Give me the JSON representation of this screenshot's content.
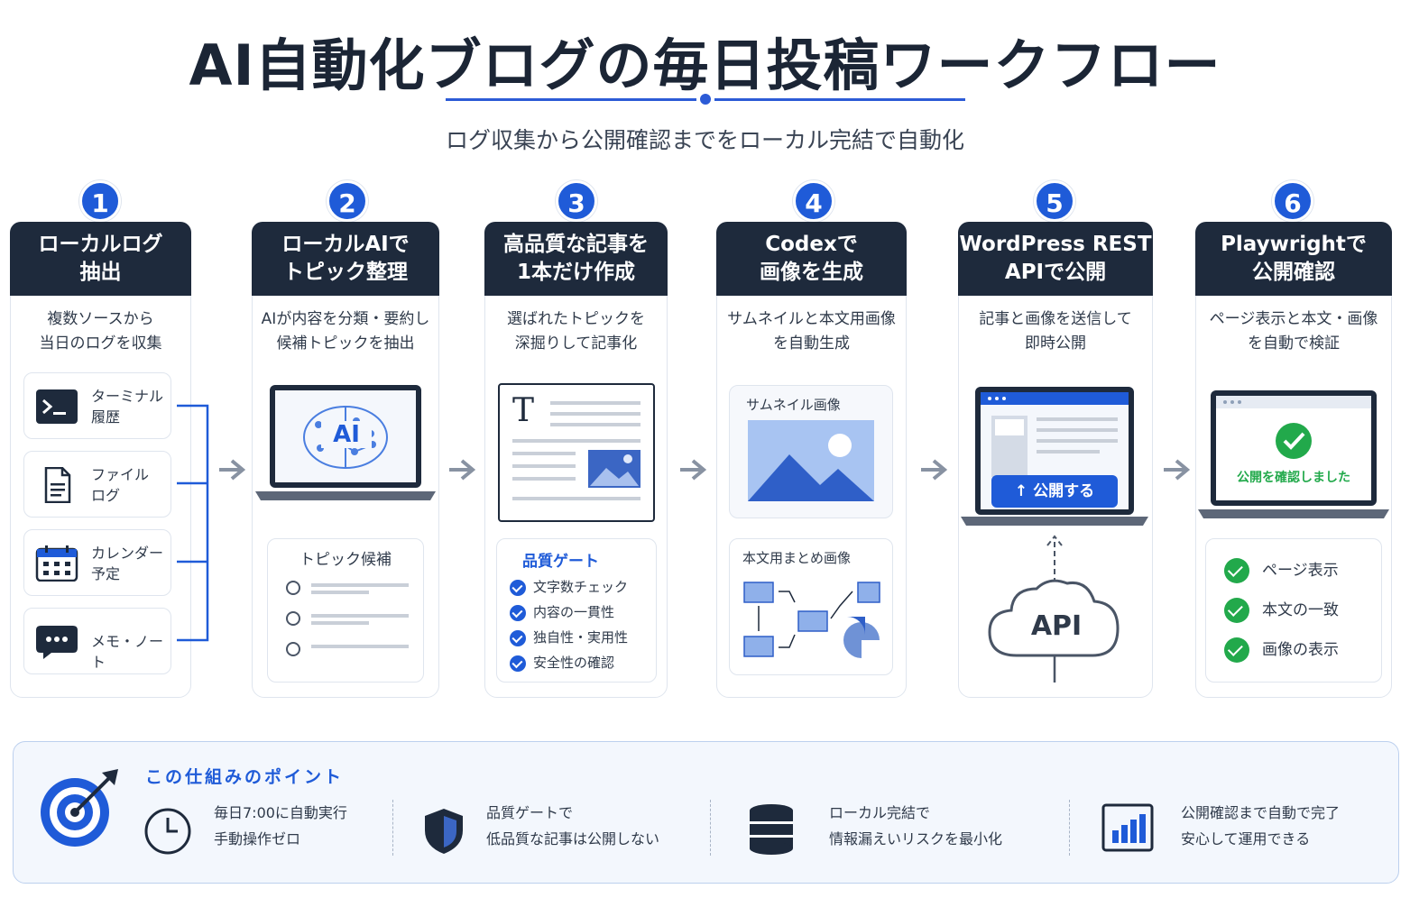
{
  "title": "AI自動化ブログの毎日投稿ワークフロー",
  "subtitle": "ログ収集から公開確認までをローカル完結で自動化",
  "colors": {
    "navy": "#1e2a3c",
    "accent": "#1f5bd8",
    "success": "#22a94b"
  },
  "steps": [
    {
      "num": "1",
      "head1": "ローカルログ",
      "head2": "抽出",
      "desc1": "複数ソースから",
      "desc2": "当日のログを収集",
      "sources": [
        {
          "icon": "terminal-icon",
          "l1": "ターミナル",
          "l2": "履歴"
        },
        {
          "icon": "file-icon",
          "l1": "ファイル",
          "l2": "ログ"
        },
        {
          "icon": "calendar-icon",
          "l1": "カレンダー",
          "l2": "予定"
        },
        {
          "icon": "chat-icon",
          "l1": "メモ・ノート",
          "l2": ""
        }
      ]
    },
    {
      "num": "2",
      "head1": "ローカルAIで",
      "head2": "トピック整理",
      "desc1": "AIが内容を分類・要約し",
      "desc2": "候補トピックを抽出",
      "screen_label": "AI",
      "candidates_title": "トピック候補"
    },
    {
      "num": "3",
      "head1": "高品質な記事を",
      "head2": "1本だけ作成",
      "desc1": "選ばれたトピックを",
      "desc2": "深掘りして記事化",
      "doc_letter": "T",
      "gate_title": "品質ゲート",
      "gate_items": [
        "文字数チェック",
        "内容の一貫性",
        "独自性・実用性",
        "安全性の確認"
      ]
    },
    {
      "num": "4",
      "head1": "Codexで",
      "head2": "画像を生成",
      "desc1": "サムネイルと本文用画像",
      "desc2": "を自動生成",
      "thumb_label": "サムネイル画像",
      "body_label": "本文用まとめ画像"
    },
    {
      "num": "5",
      "head1": "WordPress REST",
      "head2": "APIで公開",
      "desc1": "記事と画像を送信して",
      "desc2": "即時公開",
      "publish_button": "公開する",
      "api_label": "API"
    },
    {
      "num": "6",
      "head1": "Playwrightで",
      "head2": "公開確認",
      "desc1": "ページ表示と本文・画像",
      "desc2": "を自動で検証",
      "confirm_text": "公開を確認しました",
      "checks": [
        "ページ表示",
        "本文の一致",
        "画像の表示"
      ]
    }
  ],
  "points": {
    "title": "この仕組みのポイント",
    "items": [
      {
        "icon": "clock-icon",
        "l1": "毎日7:00に自動実行",
        "l2": "手動操作ゼロ"
      },
      {
        "icon": "shield-icon",
        "l1": "品質ゲートで",
        "l2": "低品質な記事は公開しない"
      },
      {
        "icon": "database-icon",
        "l1": "ローカル完結で",
        "l2": "情報漏えいリスクを最小化"
      },
      {
        "icon": "bar-chart-icon",
        "l1": "公開確認まで自動で完了",
        "l2": "安心して運用できる"
      }
    ]
  }
}
